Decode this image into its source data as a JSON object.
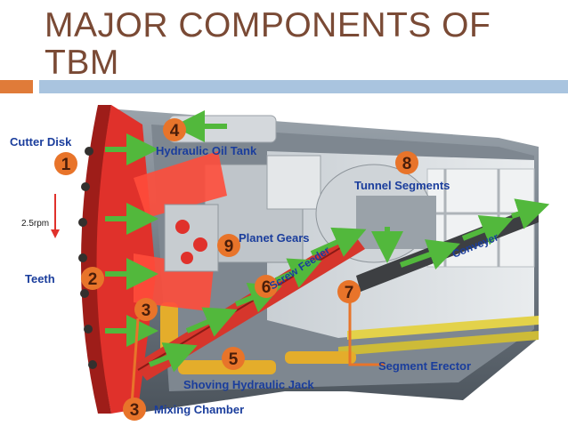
{
  "slide": {
    "title_line1": "MAJOR COMPONENTS OF",
    "title_line2": "TBM"
  },
  "diagram": {
    "labels": {
      "cutter_disk": "Cutter Disk",
      "rpm": "2.5rpm",
      "teeth": "Teeth",
      "hydraulic_oil_tank": "Hydraulic Oil Tank",
      "tunnel_segments": "Tunnel Segments",
      "planet_gears": "Planet Gears",
      "screw_feeder": "Screw Feeder",
      "conveyer": "Conveyer",
      "segment_erector": "Segment Erector",
      "shoving_hydraulic_jack": "Shoving Hydraulic Jack",
      "mixing_chamber": "Mixing Chamber"
    },
    "numbers": {
      "n1": "1",
      "n2": "2",
      "n3a": "3",
      "n3b": "3",
      "n4": "4",
      "n5": "5",
      "n6": "6",
      "n7": "7",
      "n8": "8",
      "n9": "9"
    },
    "colors": {
      "accent_orange": "#e8742a",
      "cutter_red": "#e0312b",
      "label_blue": "#1a3d9c",
      "arrow_green": "#52b83c"
    }
  }
}
